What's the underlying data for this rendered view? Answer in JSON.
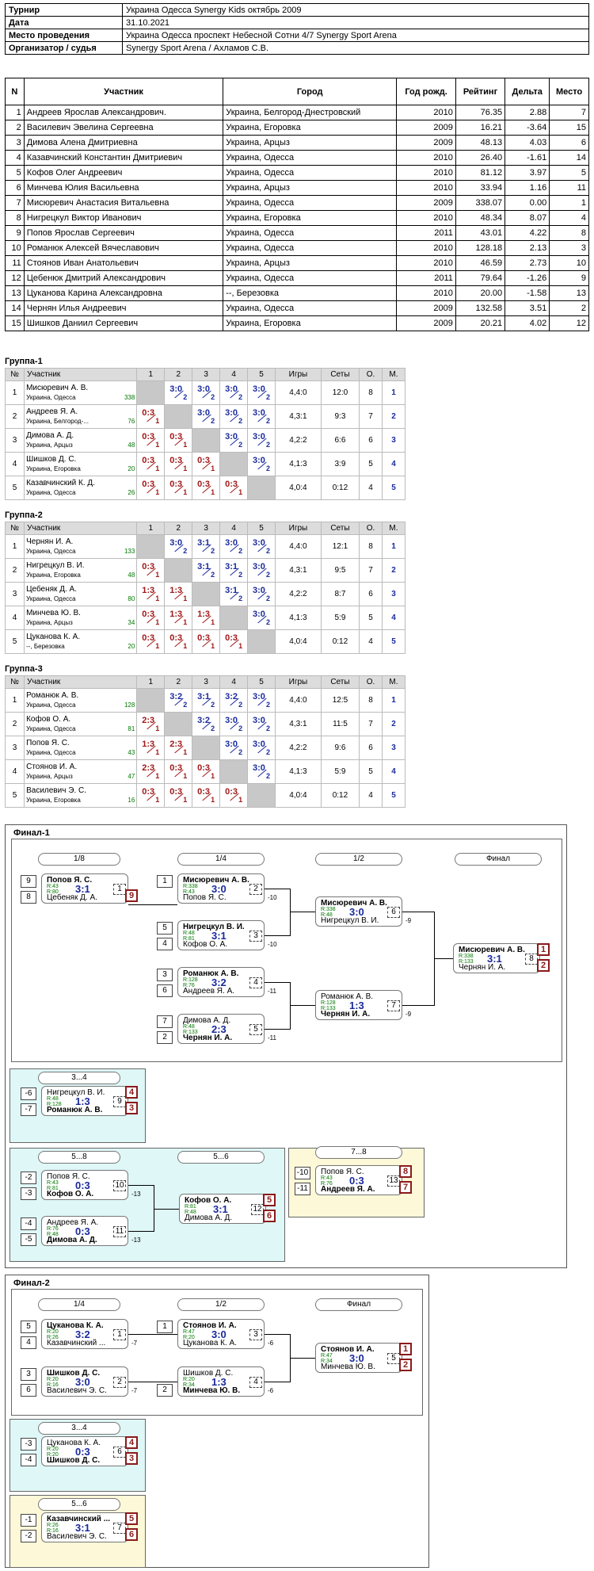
{
  "info": [
    [
      "Турнир",
      "Украина Одесса Synergy Kids октябрь 2009"
    ],
    [
      "Дата",
      "31.10.2021"
    ],
    [
      "Место проведения",
      "Украина Одесса проспект Небесной Сотни 4/7 Synergy Sport Arena"
    ],
    [
      "Организатор / судья",
      "Synergy Sport Arena / Ахламов С.В."
    ]
  ],
  "parts_head": [
    "N",
    "Участник",
    "Город",
    "Год рожд.",
    "Рейтинг",
    "Дельта",
    "Место"
  ],
  "parts": [
    [
      "1",
      "Андреев Ярослав Александрович.",
      "Украина, Белгород-Днестровский",
      "2010",
      "76.35",
      "2.88",
      "7"
    ],
    [
      "2",
      "Василевич Эвелина Сергеевна",
      "Украина, Егоровка",
      "2009",
      "16.21",
      "-3.64",
      "15"
    ],
    [
      "3",
      "Димова Алена Дмитриевна",
      "Украина, Арцыз",
      "2009",
      "48.13",
      "4.03",
      "6"
    ],
    [
      "4",
      "Казавчинский Константин Дмитриевич",
      "Украина, Одесса",
      "2010",
      "26.40",
      "-1.61",
      "14"
    ],
    [
      "5",
      "Кофов Олег Андреевич",
      "Украина, Одесса",
      "2010",
      "81.12",
      "3.97",
      "5"
    ],
    [
      "6",
      "Минчева Юлия Васильевна",
      "Украина, Арцыз",
      "2010",
      "33.94",
      "1.16",
      "11"
    ],
    [
      "7",
      "Мисюревич Анастасия Витальевна",
      "Украина, Одесса",
      "2009",
      "338.07",
      "0.00",
      "1"
    ],
    [
      "8",
      "Нигрецкул Виктор Иванович",
      "Украина, Егоровка",
      "2010",
      "48.34",
      "8.07",
      "4"
    ],
    [
      "9",
      "Попов Ярослав Сергеевич",
      "Украина, Одесса",
      "2011",
      "43.01",
      "4.22",
      "8"
    ],
    [
      "10",
      "Романюк Алексей Вячеславович",
      "Украина, Одесса",
      "2010",
      "128.18",
      "2.13",
      "3"
    ],
    [
      "11",
      "Стоянов Иван Анатольевич",
      "Украина, Арцыз",
      "2010",
      "46.59",
      "2.73",
      "10"
    ],
    [
      "12",
      "Цебенюк Дмитрий Александрович",
      "Украина, Одесса",
      "2011",
      "79.64",
      "-1.26",
      "9"
    ],
    [
      "13",
      "Цуканова Карина Александровна",
      "--, Березовка",
      "2010",
      "20.00",
      "-1.58",
      "13"
    ],
    [
      "14",
      "Чернян Илья Андреевич",
      "Украина, Одесса",
      "2009",
      "132.58",
      "3.51",
      "2"
    ],
    [
      "15",
      "Шишков Даниил Сергеевич",
      "Украина, Егоровка",
      "2009",
      "20.21",
      "4.02",
      "12"
    ]
  ],
  "group_head": [
    "№",
    "Участник",
    "1",
    "2",
    "3",
    "4",
    "5",
    "Игры",
    "Сеты",
    "О.",
    "М."
  ],
  "groups": [
    {
      "title": "Группа-1",
      "rows": [
        {
          "n": "1",
          "name": "Мисюревич А. В.",
          "city": "Украина, Одесса",
          "rt": "338",
          "res": [
            "",
            "3:0|2|w",
            "3:0|2|w",
            "3:0|2|w",
            "3:0|2|w"
          ],
          "games": "4,4:0",
          "sets": "12:0",
          "pts": "8",
          "place": "1"
        },
        {
          "n": "2",
          "name": "Андреев Я. А.",
          "city": "Украина, Белгород-...",
          "rt": "76",
          "res": [
            "0:3|1|l",
            "",
            "3:0|2|w",
            "3:0|2|w",
            "3:0|2|w"
          ],
          "games": "4,3:1",
          "sets": "9:3",
          "pts": "7",
          "place": "2"
        },
        {
          "n": "3",
          "name": "Димова А. Д.",
          "city": "Украина, Арцыз",
          "rt": "48",
          "res": [
            "0:3|1|l",
            "0:3|1|l",
            "",
            "3:0|2|w",
            "3:0|2|w"
          ],
          "games": "4,2:2",
          "sets": "6:6",
          "pts": "6",
          "place": "3"
        },
        {
          "n": "4",
          "name": "Шишков Д. С.",
          "city": "Украина, Егоровка",
          "rt": "20",
          "res": [
            "0:3|1|l",
            "0:3|1|l",
            "0:3|1|l",
            "",
            "3:0|2|w"
          ],
          "games": "4,1:3",
          "sets": "3:9",
          "pts": "5",
          "place": "4"
        },
        {
          "n": "5",
          "name": "Казавчинский К. Д.",
          "city": "Украина, Одесса",
          "rt": "26",
          "res": [
            "0:3|1|l",
            "0:3|1|l",
            "0:3|1|l",
            "0:3|1|l",
            ""
          ],
          "games": "4,0:4",
          "sets": "0:12",
          "pts": "4",
          "place": "5"
        }
      ]
    },
    {
      "title": "Группа-2",
      "rows": [
        {
          "n": "1",
          "name": "Чернян И. А.",
          "city": "Украина, Одесса",
          "rt": "133",
          "res": [
            "",
            "3:0|2|w",
            "3:1|2|w",
            "3:0|2|w",
            "3:0|2|w"
          ],
          "games": "4,4:0",
          "sets": "12:1",
          "pts": "8",
          "place": "1"
        },
        {
          "n": "2",
          "name": "Нигрецкул В. И.",
          "city": "Украина, Егоровка",
          "rt": "48",
          "res": [
            "0:3|1|l",
            "",
            "3:1|2|w",
            "3:1|2|w",
            "3:0|2|w"
          ],
          "games": "4,3:1",
          "sets": "9:5",
          "pts": "7",
          "place": "2"
        },
        {
          "n": "3",
          "name": "Цебеняк Д. А.",
          "city": "Украина, Одесса",
          "rt": "80",
          "res": [
            "1:3|1|l",
            "1:3|1|l",
            "",
            "3:1|2|w",
            "3:0|2|w"
          ],
          "games": "4,2:2",
          "sets": "8:7",
          "pts": "6",
          "place": "3"
        },
        {
          "n": "4",
          "name": "Минчева Ю. В.",
          "city": "Украина, Арцыз",
          "rt": "34",
          "res": [
            "0:3|1|l",
            "1:3|1|l",
            "1:3|1|l",
            "",
            "3:0|2|w"
          ],
          "games": "4,1:3",
          "sets": "5:9",
          "pts": "5",
          "place": "4"
        },
        {
          "n": "5",
          "name": "Цуканова К. А.",
          "city": "--, Березовка",
          "rt": "20",
          "res": [
            "0:3|1|l",
            "0:3|1|l",
            "0:3|1|l",
            "0:3|1|l",
            ""
          ],
          "games": "4,0:4",
          "sets": "0:12",
          "pts": "4",
          "place": "5"
        }
      ]
    },
    {
      "title": "Группа-3",
      "rows": [
        {
          "n": "1",
          "name": "Романюк А. В.",
          "city": "Украина, Одесса",
          "rt": "128",
          "res": [
            "",
            "3:2|2|w",
            "3:1|2|w",
            "3:2|2|w",
            "3:0|2|w"
          ],
          "games": "4,4:0",
          "sets": "12:5",
          "pts": "8",
          "place": "1"
        },
        {
          "n": "2",
          "name": "Кофов О. А.",
          "city": "Украина, Одесса",
          "rt": "81",
          "res": [
            "2:3|1|l",
            "",
            "3:2|2|w",
            "3:0|2|w",
            "3:0|2|w"
          ],
          "games": "4,3:1",
          "sets": "11:5",
          "pts": "7",
          "place": "2"
        },
        {
          "n": "3",
          "name": "Попов Я. С.",
          "city": "Украина, Одесса",
          "rt": "43",
          "res": [
            "1:3|1|l",
            "2:3|1|l",
            "",
            "3:0|2|w",
            "3:0|2|w"
          ],
          "games": "4,2:2",
          "sets": "9:6",
          "pts": "6",
          "place": "3"
        },
        {
          "n": "4",
          "name": "Стоянов И. А.",
          "city": "Украина, Арцыз",
          "rt": "47",
          "res": [
            "2:3|1|l",
            "0:3|1|l",
            "0:3|1|l",
            "",
            "3:0|2|w"
          ],
          "games": "4,1:3",
          "sets": "5:9",
          "pts": "5",
          "place": "4"
        },
        {
          "n": "5",
          "name": "Василевич Э. С.",
          "city": "Украина, Егоровка",
          "rt": "16",
          "res": [
            "0:3|1|l",
            "0:3|1|l",
            "0:3|1|l",
            "0:3|1|l",
            ""
          ],
          "games": "4,0:4",
          "sets": "0:12",
          "pts": "4",
          "place": "5"
        }
      ]
    }
  ],
  "f1": {
    "title": "Финал-1",
    "rounds": [
      "1/8",
      "1/4",
      "1/2",
      "Финал"
    ],
    "p34": "3...4",
    "p58": "5...8",
    "p56": "5...6",
    "p78": "7...8",
    "matches": [
      {
        "a": "Попов Я. С.",
        "ra": "R:43",
        "b": "Цебеняк Д. А.",
        "rb": "R:80",
        "s": "3:1",
        "m": "1",
        "w": "a",
        "sa": "9",
        "sb": "8",
        "pa": "",
        "pb": "9"
      },
      {
        "a": "Мисюревич А. В.",
        "ra": "R:338",
        "b": "Попов Я. С.",
        "rb": "R:43",
        "s": "3:0",
        "m": "2",
        "w": "a",
        "sa": "1",
        "sb": "",
        "pa": "",
        "pb": "",
        "nx": "-10"
      },
      {
        "a": "Нигрецкул В. И.",
        "ra": "R:48",
        "b": "Кофов О. А.",
        "rb": "R:81",
        "s": "3:1",
        "m": "3",
        "w": "a",
        "sa": "5",
        "sb": "4",
        "nx": "-10"
      },
      {
        "a": "Романюк А. В.",
        "ra": "R:128",
        "b": "Андреев Я. А.",
        "rb": "R:76",
        "s": "3:2",
        "m": "4",
        "w": "a",
        "sa": "3",
        "sb": "6",
        "nx": "-11"
      },
      {
        "a": "Димова А. Д.",
        "ra": "R:48",
        "b": "Чернян И. А.",
        "rb": "R:133",
        "s": "2:3",
        "m": "5",
        "w": "b",
        "sa": "7",
        "sb": "2",
        "nx": "-11"
      },
      {
        "a": "Мисюревич А. В.",
        "ra": "R:338",
        "b": "Нигрецкул В. И.",
        "rb": "R:48",
        "s": "3:0",
        "m": "6",
        "w": "a",
        "nx": "-9"
      },
      {
        "a": "Романюк А. В.",
        "ra": "R:128",
        "b": "Чернян И. А.",
        "rb": "R:133",
        "s": "1:3",
        "m": "7",
        "w": "b",
        "nx": "-9"
      },
      {
        "a": "Мисюревич А. В.",
        "ra": "R:338",
        "b": "Чернян И. А.",
        "rb": "R:133",
        "s": "3:1",
        "m": "8",
        "w": "a",
        "pa": "1",
        "pb": "2"
      },
      {
        "a": "Нигрецкул В. И.",
        "ra": "R:48",
        "b": "Романюк А. В.",
        "rb": "R:128",
        "s": "1:3",
        "m": "9",
        "w": "b",
        "sa": "-6",
        "sb": "-7",
        "pa": "4",
        "pb": "3"
      },
      {
        "a": "Попов Я. С.",
        "ra": "R:43",
        "b": "Кофов О. А.",
        "rb": "R:81",
        "s": "0:3",
        "m": "10",
        "w": "b",
        "sa": "-2",
        "sb": "-3",
        "nx": "-13"
      },
      {
        "a": "Андреев Я. А.",
        "ra": "R:76",
        "b": "Димова А. Д.",
        "rb": "R:48",
        "s": "0:3",
        "m": "11",
        "w": "b",
        "sa": "-4",
        "sb": "-5",
        "nx": "-13"
      },
      {
        "a": "Кофов О. А.",
        "ra": "R:81",
        "b": "Димова А. Д.",
        "rb": "R:48",
        "s": "3:1",
        "m": "12",
        "w": "a",
        "pa": "5",
        "pb": "6"
      },
      {
        "a": "Попов Я. С.",
        "ra": "R:43",
        "b": "Андреев Я. А.",
        "rb": "R:76",
        "s": "0:3",
        "m": "13",
        "w": "b",
        "sa": "-10",
        "sb": "-11",
        "pa": "8",
        "pb": "7"
      }
    ]
  },
  "f2": {
    "title": "Финал-2",
    "rounds": [
      "1/4",
      "1/2",
      "Финал"
    ],
    "p34": "3...4",
    "p56": "5...6",
    "matches": [
      {
        "a": "Цуканова К. А.",
        "ra": "R:20",
        "b": "Казавчинский ...",
        "rb": "R:26",
        "s": "3:2",
        "m": "1",
        "w": "a",
        "sa": "5",
        "sb": "4",
        "nx": "-7"
      },
      {
        "a": "Шишков Д. С.",
        "ra": "R:20",
        "b": "Василевич Э. С.",
        "rb": "R:16",
        "s": "3:0",
        "m": "2",
        "w": "a",
        "sa": "3",
        "sb": "6",
        "nx": "-7"
      },
      {
        "a": "Стоянов И. А.",
        "ra": "R:47",
        "b": "Цуканова К. А.",
        "rb": "R:20",
        "s": "3:0",
        "m": "3",
        "w": "a",
        "sa": "1",
        "nx": "-6"
      },
      {
        "a": "Шишков Д. С.",
        "ra": "R:20",
        "b": "Минчева Ю. В.",
        "rb": "R:34",
        "s": "1:3",
        "m": "4",
        "w": "b",
        "sb": "2",
        "nx": "-6"
      },
      {
        "a": "Стоянов И. А.",
        "ra": "R:47",
        "b": "Минчева Ю. В.",
        "rb": "R:34",
        "s": "3:0",
        "m": "5",
        "w": "a",
        "pa": "1",
        "pb": "2"
      },
      {
        "a": "Цуканова К. А.",
        "ra": "R:20",
        "b": "Шишков Д. С.",
        "rb": "R:20",
        "s": "0:3",
        "m": "6",
        "w": "b",
        "sa": "-3",
        "sb": "-4",
        "pa": "4",
        "pb": "3"
      },
      {
        "a": "Казавчинский ...",
        "ra": "R:26",
        "b": "Василевич Э. С.",
        "rb": "R:16",
        "s": "3:1",
        "m": "7",
        "w": "a",
        "sa": "-1",
        "sb": "-2",
        "pa": "5",
        "pb": "6"
      }
    ]
  }
}
